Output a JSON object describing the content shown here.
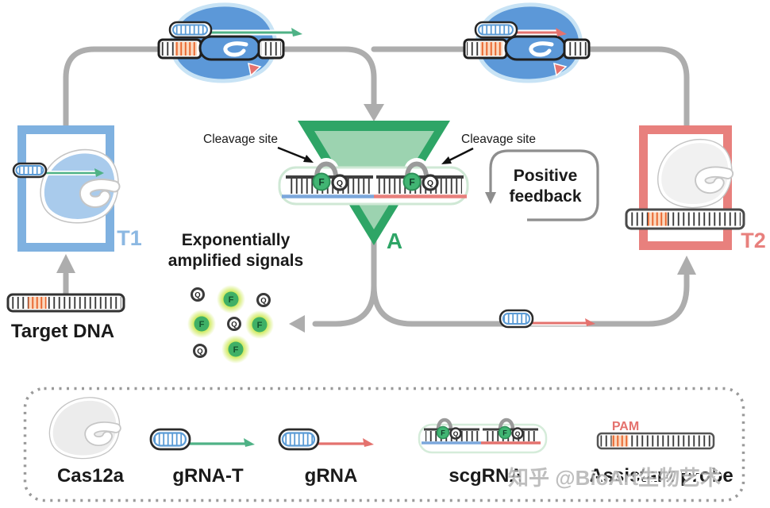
{
  "labels": {
    "t1": "T1",
    "t2": "T2",
    "amplifier": "A",
    "cleavage_site": "Cleavage site",
    "positive_feedback_line1": "Positive",
    "positive_feedback_line2": "feedback",
    "signals_line1": "Exponentially",
    "signals_line2": "amplified signals",
    "target_dna": "Target DNA",
    "pam": "PAM",
    "fluorophore": "F",
    "quencher": "Q"
  },
  "legend": {
    "items": [
      {
        "label": "Cas12a"
      },
      {
        "label": "gRNA-T"
      },
      {
        "label": "gRNA"
      },
      {
        "label": "scgRNA"
      },
      {
        "label": "Assistant probe"
      }
    ]
  },
  "watermark": "知乎 @BioArt生物艺术",
  "colors": {
    "cas12a_complex_blue": "#5C98D8",
    "cas12a_complex_outline": "#C8E3F5",
    "t1_blue": "#7FB1E0",
    "t2_red": "#E8807D",
    "amplifier_green": "#2EA566",
    "amplifier_green_light": "#9CD3B0",
    "fluorophore_green": "#3FB066",
    "signal_glow_green": "#BFE23E",
    "grna_t_tail_green": "#4FB286",
    "grna_tail_red": "#E4726E",
    "pam_highlight_orange": "#E8662F",
    "connector_gray": "#ADADAD"
  }
}
